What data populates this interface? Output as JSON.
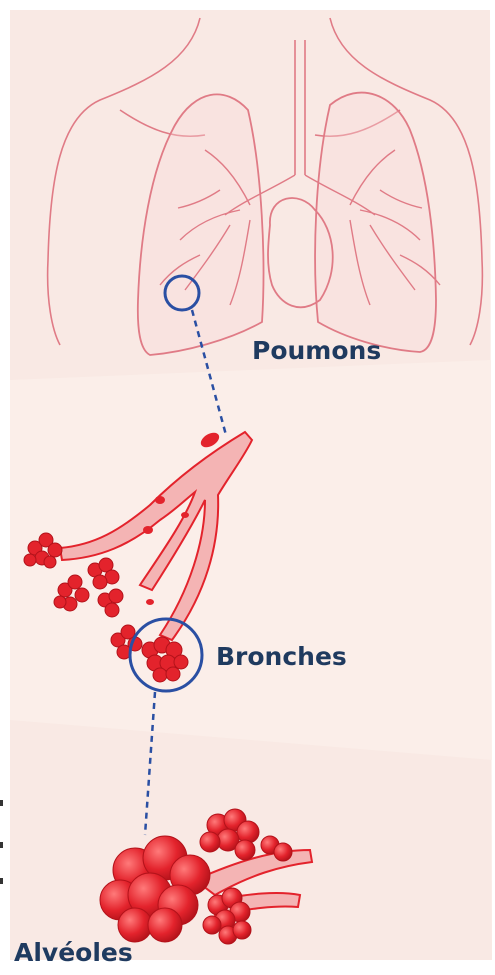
{
  "labels": {
    "poumons": "Poumons",
    "bronches": "Bronches",
    "alveoles": "Alvéoles"
  },
  "colors": {
    "background": "#f8e5df",
    "lung_outline": "#e07b86",
    "bronchi_red": "#e3232c",
    "marker_blue": "#2a4fa3",
    "label_text": "#1f3a5f"
  }
}
